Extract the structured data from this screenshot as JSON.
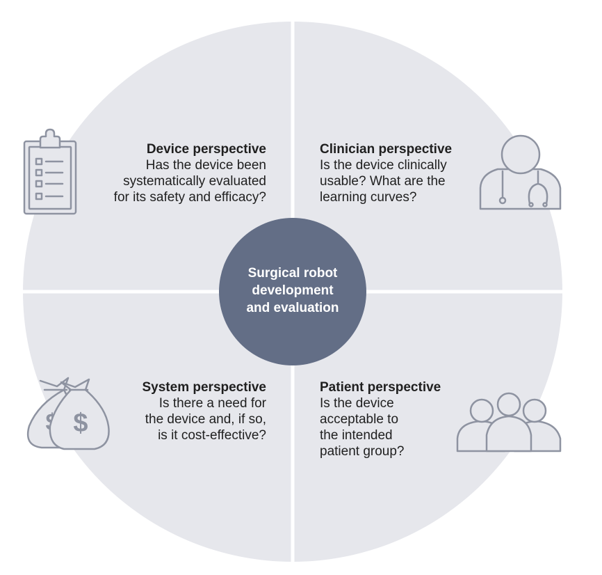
{
  "center": {
    "label": "Surgical robot\ndevelopment\nand evaluation"
  },
  "quadrants": {
    "device": {
      "title": "Device perspective",
      "body": "Has the device been\nsystematically evaluated\nfor its safety and efficacy?",
      "icon": "clipboard-checklist-icon"
    },
    "clinician": {
      "title": "Clinician perspective",
      "body": "Is the device clinically\nusable? What are the\nlearning curves?",
      "icon": "doctor-stethoscope-icon"
    },
    "system": {
      "title": "System perspective",
      "body": "Is there a need for\nthe device and, if so,\nis it cost-effective?",
      "icon": "money-bags-icon"
    },
    "patient": {
      "title": "Patient perspective",
      "body": "Is the device\nacceptable to\nthe intended\npatient group?",
      "icon": "patient-group-icon"
    }
  },
  "colors": {
    "quadrant_fill": "#e6e7ec",
    "center_fill": "#636e86",
    "icon_stroke": "#8e93a1",
    "divider": "#ffffff"
  }
}
